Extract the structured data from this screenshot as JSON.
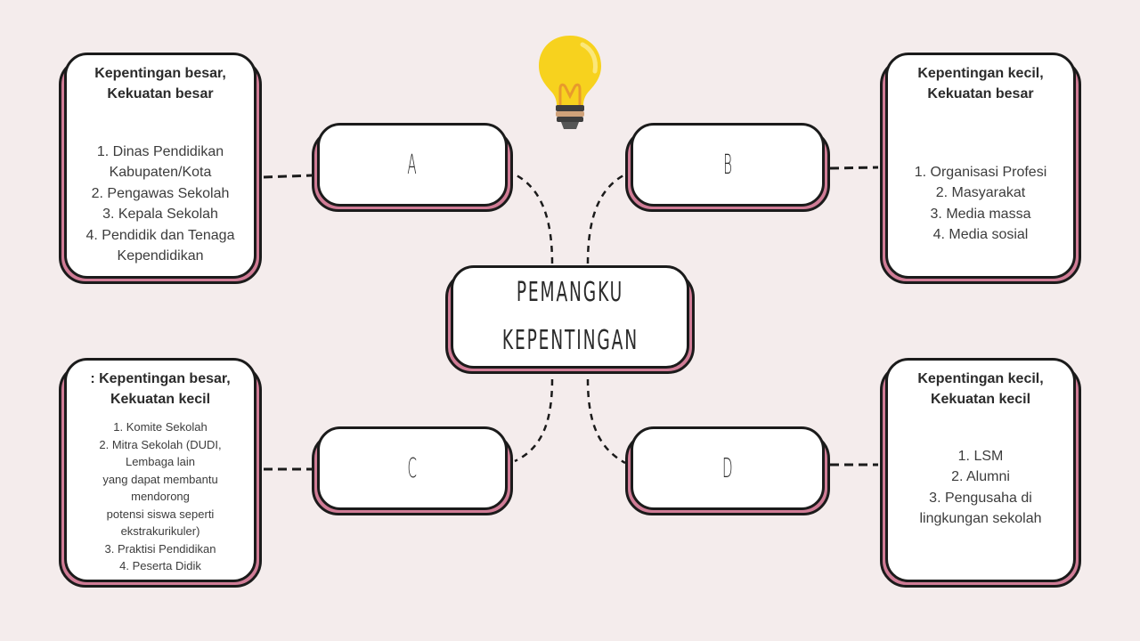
{
  "center": {
    "line1": "PEMANGKU",
    "line2": "KEPENTINGAN"
  },
  "quadrants": {
    "A": {
      "letter": "A",
      "title_line1": "Kepentingan besar,",
      "title_line2": "Kekuatan besar",
      "items": [
        "1. Dinas Pendidikan",
        "Kabupaten/Kota",
        "2. Pengawas Sekolah",
        "3. Kepala Sekolah",
        "4. Pendidik dan Tenaga",
        "Kependidikan"
      ]
    },
    "B": {
      "letter": "B",
      "title_line1": "Kepentingan kecil,",
      "title_line2": "Kekuatan besar",
      "items": [
        "1. Organisasi Profesi",
        "2. Masyarakat",
        "3. Media massa",
        "4. Media sosial"
      ]
    },
    "C": {
      "letter": "C",
      "title_line1": ": Kepentingan besar,",
      "title_line2": "Kekuatan kecil",
      "items": [
        "1. Komite Sekolah",
        "2. Mitra Sekolah (DUDI,",
        "Lembaga lain",
        "yang dapat membantu",
        "mendorong",
        "potensi siswa seperti",
        "ekstrakurikuler)",
        "3. Praktisi Pendidikan",
        "4. Peserta Didik"
      ]
    },
    "D": {
      "letter": "D",
      "title_line1": "Kepentingan kecil,",
      "title_line2": "Kekuatan kecil",
      "items": [
        "1. LSM",
        "2. Alumni",
        "3. Pengusaha di",
        "lingkungan sekolah"
      ]
    }
  },
  "colors": {
    "background": "#f4ecec",
    "accent": "#d07c96",
    "outline": "#1b1b1b",
    "bulb": "#f7d21e"
  },
  "icons": {
    "decoration": "lightbulb-icon"
  }
}
